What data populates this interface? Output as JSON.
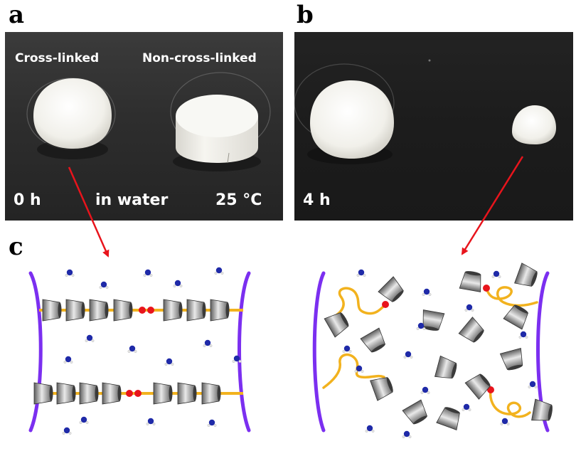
{
  "panels": {
    "a": {
      "letter": "a",
      "label_left": "Cross-linked",
      "label_right": "Non-cross-linked",
      "time": "0 h",
      "medium": "in water",
      "temperature": "25 °C"
    },
    "b": {
      "letter": "b",
      "time": "4 h"
    },
    "c": {
      "letter": "c"
    }
  },
  "colors": {
    "arrow": "#e8141c",
    "membrane": "#7b2ff0",
    "axle": "#f2b21e",
    "stopper": "#e8141c",
    "water_oxygen": "#1f2aa8",
    "photo_background": "#2b2b2b",
    "gel": "#f1f0ea"
  }
}
